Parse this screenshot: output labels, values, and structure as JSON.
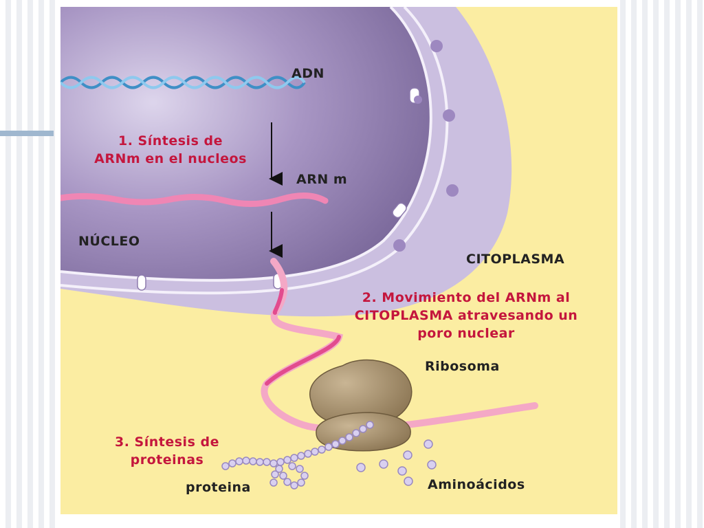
{
  "labels": {
    "adn": "ADN",
    "arnm": "ARN m",
    "nucleo": "NÚCLEO",
    "citoplasma": "CITOPLASMA",
    "ribosoma": "Ribosoma",
    "proteina": "proteina",
    "aminoacidos": "Aminoácidos"
  },
  "steps": {
    "step1": [
      "1. Síntesis de",
      "ARNm en el nucleos"
    ],
    "step2": [
      "2. Movimiento del ARNm al",
      "CITOPLASMA atravesando un",
      "poro nuclear"
    ],
    "step3": [
      "3. Síntesis de",
      "proteinas"
    ]
  },
  "colors": {
    "background": "#fbeda2",
    "nucleus": "#9d8ab8",
    "envelope": "#d6ccea",
    "mrna": "#f08cb8",
    "dna": "#5fa9d8",
    "ribosome": "#a8926e",
    "amino_acid": "#cfc4ea",
    "step_text": "#c4163d"
  }
}
